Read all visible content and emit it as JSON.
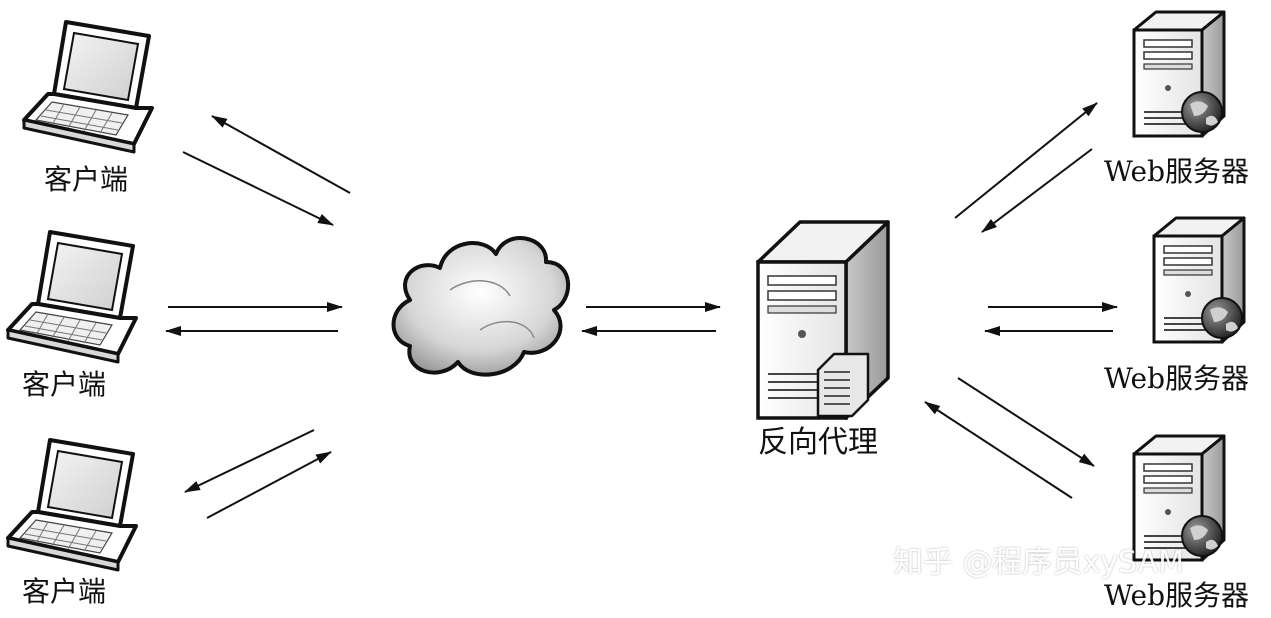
{
  "nodes": {
    "clients": [
      {
        "label": "客户端"
      },
      {
        "label": "客户端"
      },
      {
        "label": "客户端"
      }
    ],
    "proxy": {
      "label": "反向代理"
    },
    "servers": [
      {
        "label": "Web服务器"
      },
      {
        "label": "Web服务器"
      },
      {
        "label": "Web服务器"
      }
    ]
  },
  "watermark": "知乎 @程序员xySAM",
  "colors": {
    "line": "#111111",
    "background": "#ffffff"
  }
}
